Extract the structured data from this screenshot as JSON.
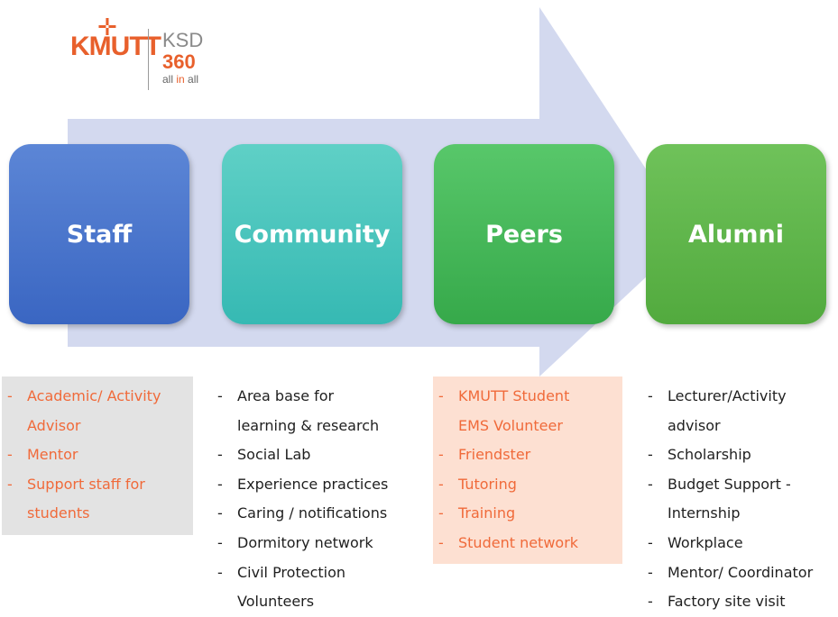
{
  "logo": {
    "wordmark": "KMUTT",
    "brand_top": "KSD",
    "brand_number": "360",
    "tagline_pre": "all ",
    "tagline_mid": "in",
    "tagline_post": " all"
  },
  "columns": [
    {
      "title": "Staff",
      "color": "#3f6cc7",
      "items": [
        {
          "dash": "-",
          "lines": [
            "Academic/ Activity",
            "Advisor"
          ]
        },
        {
          "dash": "-",
          "lines": [
            "Mentor"
          ]
        },
        {
          "dash": "-",
          "lines": [
            "Support staff for",
            "students"
          ]
        }
      ]
    },
    {
      "title": "Community",
      "color": "#3cc0b8",
      "items": [
        {
          "dash": "-",
          "lines": [
            "Area base for",
            "learning & research"
          ]
        },
        {
          "dash": "-",
          "lines": [
            "Social Lab"
          ]
        },
        {
          "dash": "-",
          "lines": [
            "Experience practices"
          ]
        },
        {
          "dash": "-",
          "lines": [
            "Caring / notifications"
          ]
        },
        {
          "dash": "-",
          "lines": [
            "Dormitory network"
          ]
        },
        {
          "dash": "-",
          "lines": [
            "Civil Protection",
            "Volunteers"
          ]
        }
      ]
    },
    {
      "title": "Peers",
      "color": "#3db04f",
      "items": [
        {
          "dash": "-",
          "lines": [
            "KMUTT Student",
            "EMS Volunteer"
          ]
        },
        {
          "dash": "-",
          "lines": [
            "Friendster"
          ]
        },
        {
          "dash": "-",
          "lines": [
            "Tutoring"
          ]
        },
        {
          "dash": "-",
          "lines": [
            "Training"
          ]
        },
        {
          "dash": "-",
          "lines": [
            "Student network"
          ]
        }
      ]
    },
    {
      "title": "Alumni",
      "color": "#5aaf45",
      "items": [
        {
          "dash": "-",
          "lines": [
            "Lecturer/Activity",
            "advisor"
          ]
        },
        {
          "dash": "-",
          "lines": [
            "Scholarship"
          ]
        },
        {
          "dash": "-",
          "lines": [
            "Budget Support -",
            "Internship"
          ]
        },
        {
          "dash": "-",
          "lines": [
            "Workplace"
          ]
        },
        {
          "dash": "-",
          "lines": [
            "Mentor/ Coordinator"
          ]
        },
        {
          "dash": "-",
          "lines": [
            "Factory site visit"
          ]
        }
      ]
    }
  ],
  "colors": {
    "arrow": "#d3d9ef",
    "accent_orange": "#f06a3a",
    "staff_panel": "#e3e3e3",
    "peers_panel": "#fde0d2"
  }
}
